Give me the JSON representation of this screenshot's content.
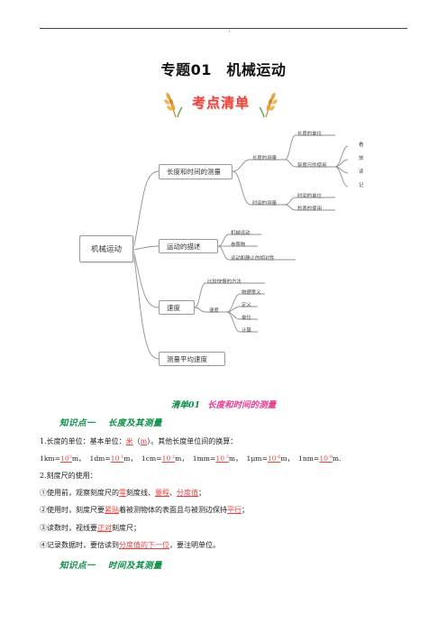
{
  "header": {
    "mark": "i"
  },
  "title": "专题01　机械运动",
  "banner": {
    "text": "考点清单"
  },
  "mindmap": {
    "root": "机械运动",
    "branches": [
      {
        "label": "长度和时间的测量",
        "children": [
          {
            "label": "长度的测量",
            "children": [
              "长度的单位",
              {
                "label": "刻度尺的使用",
                "children": [
                  "看",
                  "放",
                  "读",
                  "记"
                ]
              }
            ]
          },
          {
            "label": "时间的测量",
            "children": [
              "时间的单位",
              "秒表的使用"
            ]
          }
        ]
      },
      {
        "label": "运动的描述",
        "children": [
          "机械运动",
          "参照物",
          "运动和静止的相对性"
        ]
      },
      {
        "label": "速度",
        "children": [
          "比较快慢的方法",
          {
            "label": "速度",
            "children": [
              "物理意义",
              "定义",
              "单位",
              "计算"
            ]
          }
        ]
      },
      {
        "label": "测量平均速度"
      }
    ]
  },
  "section": {
    "prefix": "清单01",
    "title": "长度和时间的测量"
  },
  "knowledge_points": [
    {
      "label": "知识点一",
      "title": "长度及其测量"
    },
    {
      "label": "知识点一",
      "title": "时间及其测量"
    }
  ],
  "content": {
    "l1": {
      "a": "1.长度的单位：基本单位：",
      "b": "米",
      "c": "（",
      "d": "m",
      "e": "）。其他长度单位间的换算："
    },
    "l2": {
      "p1": "1km=",
      "v1": "10",
      "e1": "3",
      "u1": "m，",
      "p2": "1dm=",
      "v2": "10",
      "e2": "-1",
      "u2": "m，",
      "p3": "1cm=",
      "v3": "10",
      "e3": "-2",
      "u3": "m，",
      "p4": "1mm=",
      "v4": "10",
      "e4": "-3",
      "u4": "m，",
      "p5": "1μm=",
      "v5": "10",
      "e5": "-6",
      "u5": "m，",
      "p6": "1nm=",
      "v6": "10",
      "e6": "-9",
      "u6": "m."
    },
    "l3": "2.刻度尺的使用：",
    "l4": {
      "a": "①使用前，观察刻度尺的",
      "b": "零",
      "c": "刻度线、",
      "d": "量程",
      "e": "、",
      "f": "分度值",
      "g": "；"
    },
    "l5": {
      "a": "②使用时，刻度尺要",
      "b": "紧贴",
      "c": "着被测物体的表面且与被测边保持",
      "d": "平行",
      "e": "；"
    },
    "l6": {
      "a": "③读数时，视线要",
      "b": "正对",
      "c": "刻度尺；"
    },
    "l7": {
      "a": "④记录数据时，要估读到",
      "b": "分度值的下一位",
      "c": "，要注明单位。"
    }
  },
  "colors": {
    "accent_red": "#e8433f",
    "heading_green": "#0b8f46",
    "title_pink": "#e83a8f"
  }
}
